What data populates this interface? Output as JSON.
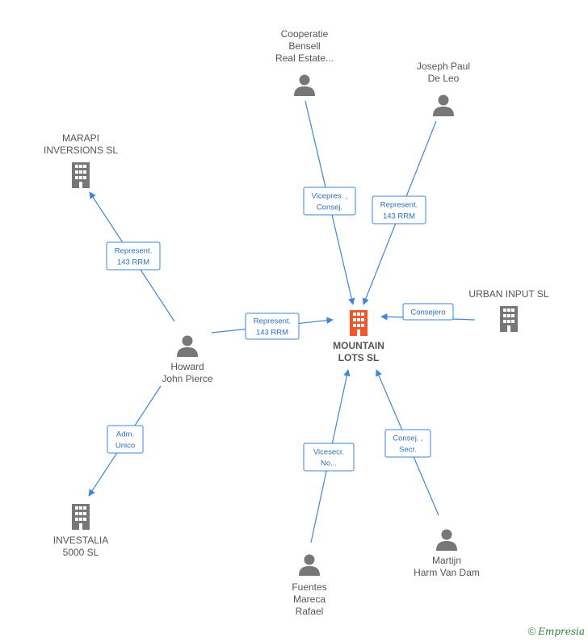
{
  "center": {
    "name_lines": [
      "MOUNTAIN",
      "LOTS SL"
    ],
    "type": "company"
  },
  "nodes": [
    {
      "id": "cooperatie",
      "type": "person",
      "label_lines": [
        "Cooperatie",
        "Bensell",
        "Real Estate..."
      ]
    },
    {
      "id": "joseph",
      "type": "person",
      "label_lines": [
        "Joseph Paul",
        "De Leo"
      ]
    },
    {
      "id": "marapi",
      "type": "company",
      "label_lines": [
        "MARAPI",
        "INVERSIONS SL"
      ]
    },
    {
      "id": "urban",
      "type": "company",
      "label_lines": [
        "URBAN INPUT SL"
      ]
    },
    {
      "id": "howard",
      "type": "person",
      "label_lines": [
        "Howard",
        "John Pierce"
      ]
    },
    {
      "id": "investalia",
      "type": "company",
      "label_lines": [
        "INVESTALIA",
        "5000  SL"
      ]
    },
    {
      "id": "fuentes",
      "type": "person",
      "label_lines": [
        "Fuentes",
        "Mareca",
        "Rafael"
      ]
    },
    {
      "id": "martijn",
      "type": "person",
      "label_lines": [
        "Martijn",
        "Harm Van Dam"
      ]
    }
  ],
  "edges": [
    {
      "from": "cooperatie",
      "to": "center",
      "label_lines": [
        "Vicepres. ,",
        "Consej."
      ]
    },
    {
      "from": "joseph",
      "to": "center",
      "label_lines": [
        "Represent.",
        "143 RRM"
      ]
    },
    {
      "from": "howard",
      "to": "marapi",
      "label_lines": [
        "Represent.",
        "143 RRM"
      ]
    },
    {
      "from": "howard",
      "to": "center",
      "label_lines": [
        "Represent.",
        "143 RRM"
      ]
    },
    {
      "from": "urban",
      "to": "center",
      "label_lines": [
        "Consejero"
      ]
    },
    {
      "from": "howard",
      "to": "investalia",
      "label_lines": [
        "Adm.",
        "Unico"
      ]
    },
    {
      "from": "fuentes",
      "to": "center",
      "label_lines": [
        "Vicesecr.",
        "No..."
      ]
    },
    {
      "from": "martijn",
      "to": "center",
      "label_lines": [
        "Consej. ,",
        "Secr."
      ]
    }
  ],
  "footer": {
    "copyright": "©",
    "brand": "Empresia"
  }
}
